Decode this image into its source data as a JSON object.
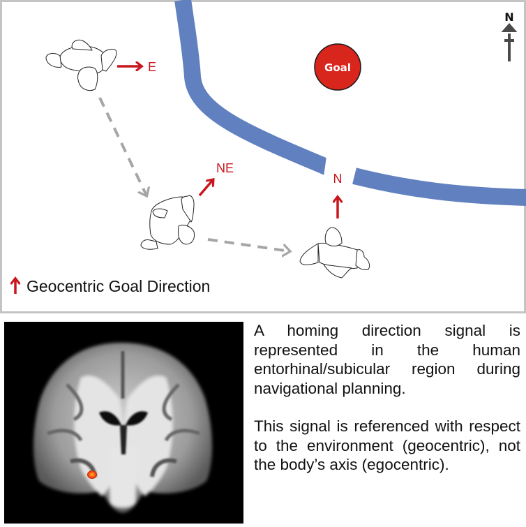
{
  "map": {
    "goal_label": "Goal",
    "compass_label": "N",
    "directions": {
      "first": "E",
      "second": "NE",
      "third": "N"
    },
    "legend_label": "Geocentric Goal Direction",
    "colors": {
      "wall": "#6180c0",
      "goal": "#d9261c",
      "direction_arrow": "#c8161d",
      "path": "#a6a6a6",
      "compass": "#4a4a4a"
    }
  },
  "brain": {
    "description": "Coronal brain MRI slice with activation in entorhinal/subicular region",
    "activation_color": "#ff5a1a"
  },
  "caption": {
    "paragraph1": "A homing direction signal is represented in the human entorhinal/subicular region during navigational planning.",
    "paragraph2": "This signal is referenced with respect to the environment (geocentric), not the body’s axis (egocentric)."
  }
}
